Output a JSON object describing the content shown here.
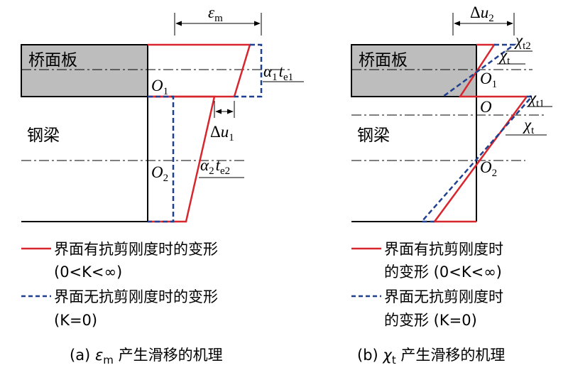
{
  "panel_a": {
    "deck_label": "桥面板",
    "girder_label": "钢梁",
    "dim_top": "ε",
    "dim_top_sub": "m",
    "o1": "O",
    "o1_sub": "1",
    "o2": "O",
    "o2_sub": "2",
    "alpha1": "α",
    "alpha1_sub": "1",
    "t1": "t",
    "t1_sub": "e1",
    "alpha2": "α",
    "alpha2_sub": "2",
    "t2": "t",
    "t2_sub": "e2",
    "du": "Δ",
    "du_u": "u",
    "du_sub": "1",
    "legend_solid_line1": "界面有抗剪刚度时的变形",
    "legend_solid_line2": "(0<K<∞)",
    "legend_dashed_line1": "界面无抗剪刚度时的变形",
    "legend_dashed_line2": "(K=0)",
    "caption_prefix": "(a) ",
    "caption_sym": "ε",
    "caption_sym_sub": "m",
    "caption_rest": " 产生滑移的机理"
  },
  "panel_b": {
    "deck_label": "桥面板",
    "girder_label": "钢梁",
    "dim_top": "Δ",
    "dim_top_u": "u",
    "dim_top_sub": "2",
    "chi_t2": "χ",
    "chi_t2_sub": "t2",
    "chi_t_upper": "χ",
    "chi_t_upper_sub": "t",
    "chi_t1": "χ",
    "chi_t1_sub": "t1",
    "chi_t_lower": "χ",
    "chi_t_lower_sub": "t",
    "o1": "O",
    "o1_sub": "1",
    "o": "O",
    "o2": "O",
    "o2_sub": "2",
    "legend_solid_line1": "界面有抗剪刚度时",
    "legend_solid_line2": "的变形 (0<K<∞)",
    "legend_dashed_line1": "界面无抗剪刚度时",
    "legend_dashed_line2": "的变形 (K=0)",
    "caption_prefix": "(b) ",
    "caption_sym": "χ",
    "caption_sym_sub": "t",
    "caption_rest": " 产生滑移的机理"
  },
  "colors": {
    "solid": "#d7262e",
    "dashed": "#1f3f8f",
    "deck_fill": "#bdbdbd"
  }
}
